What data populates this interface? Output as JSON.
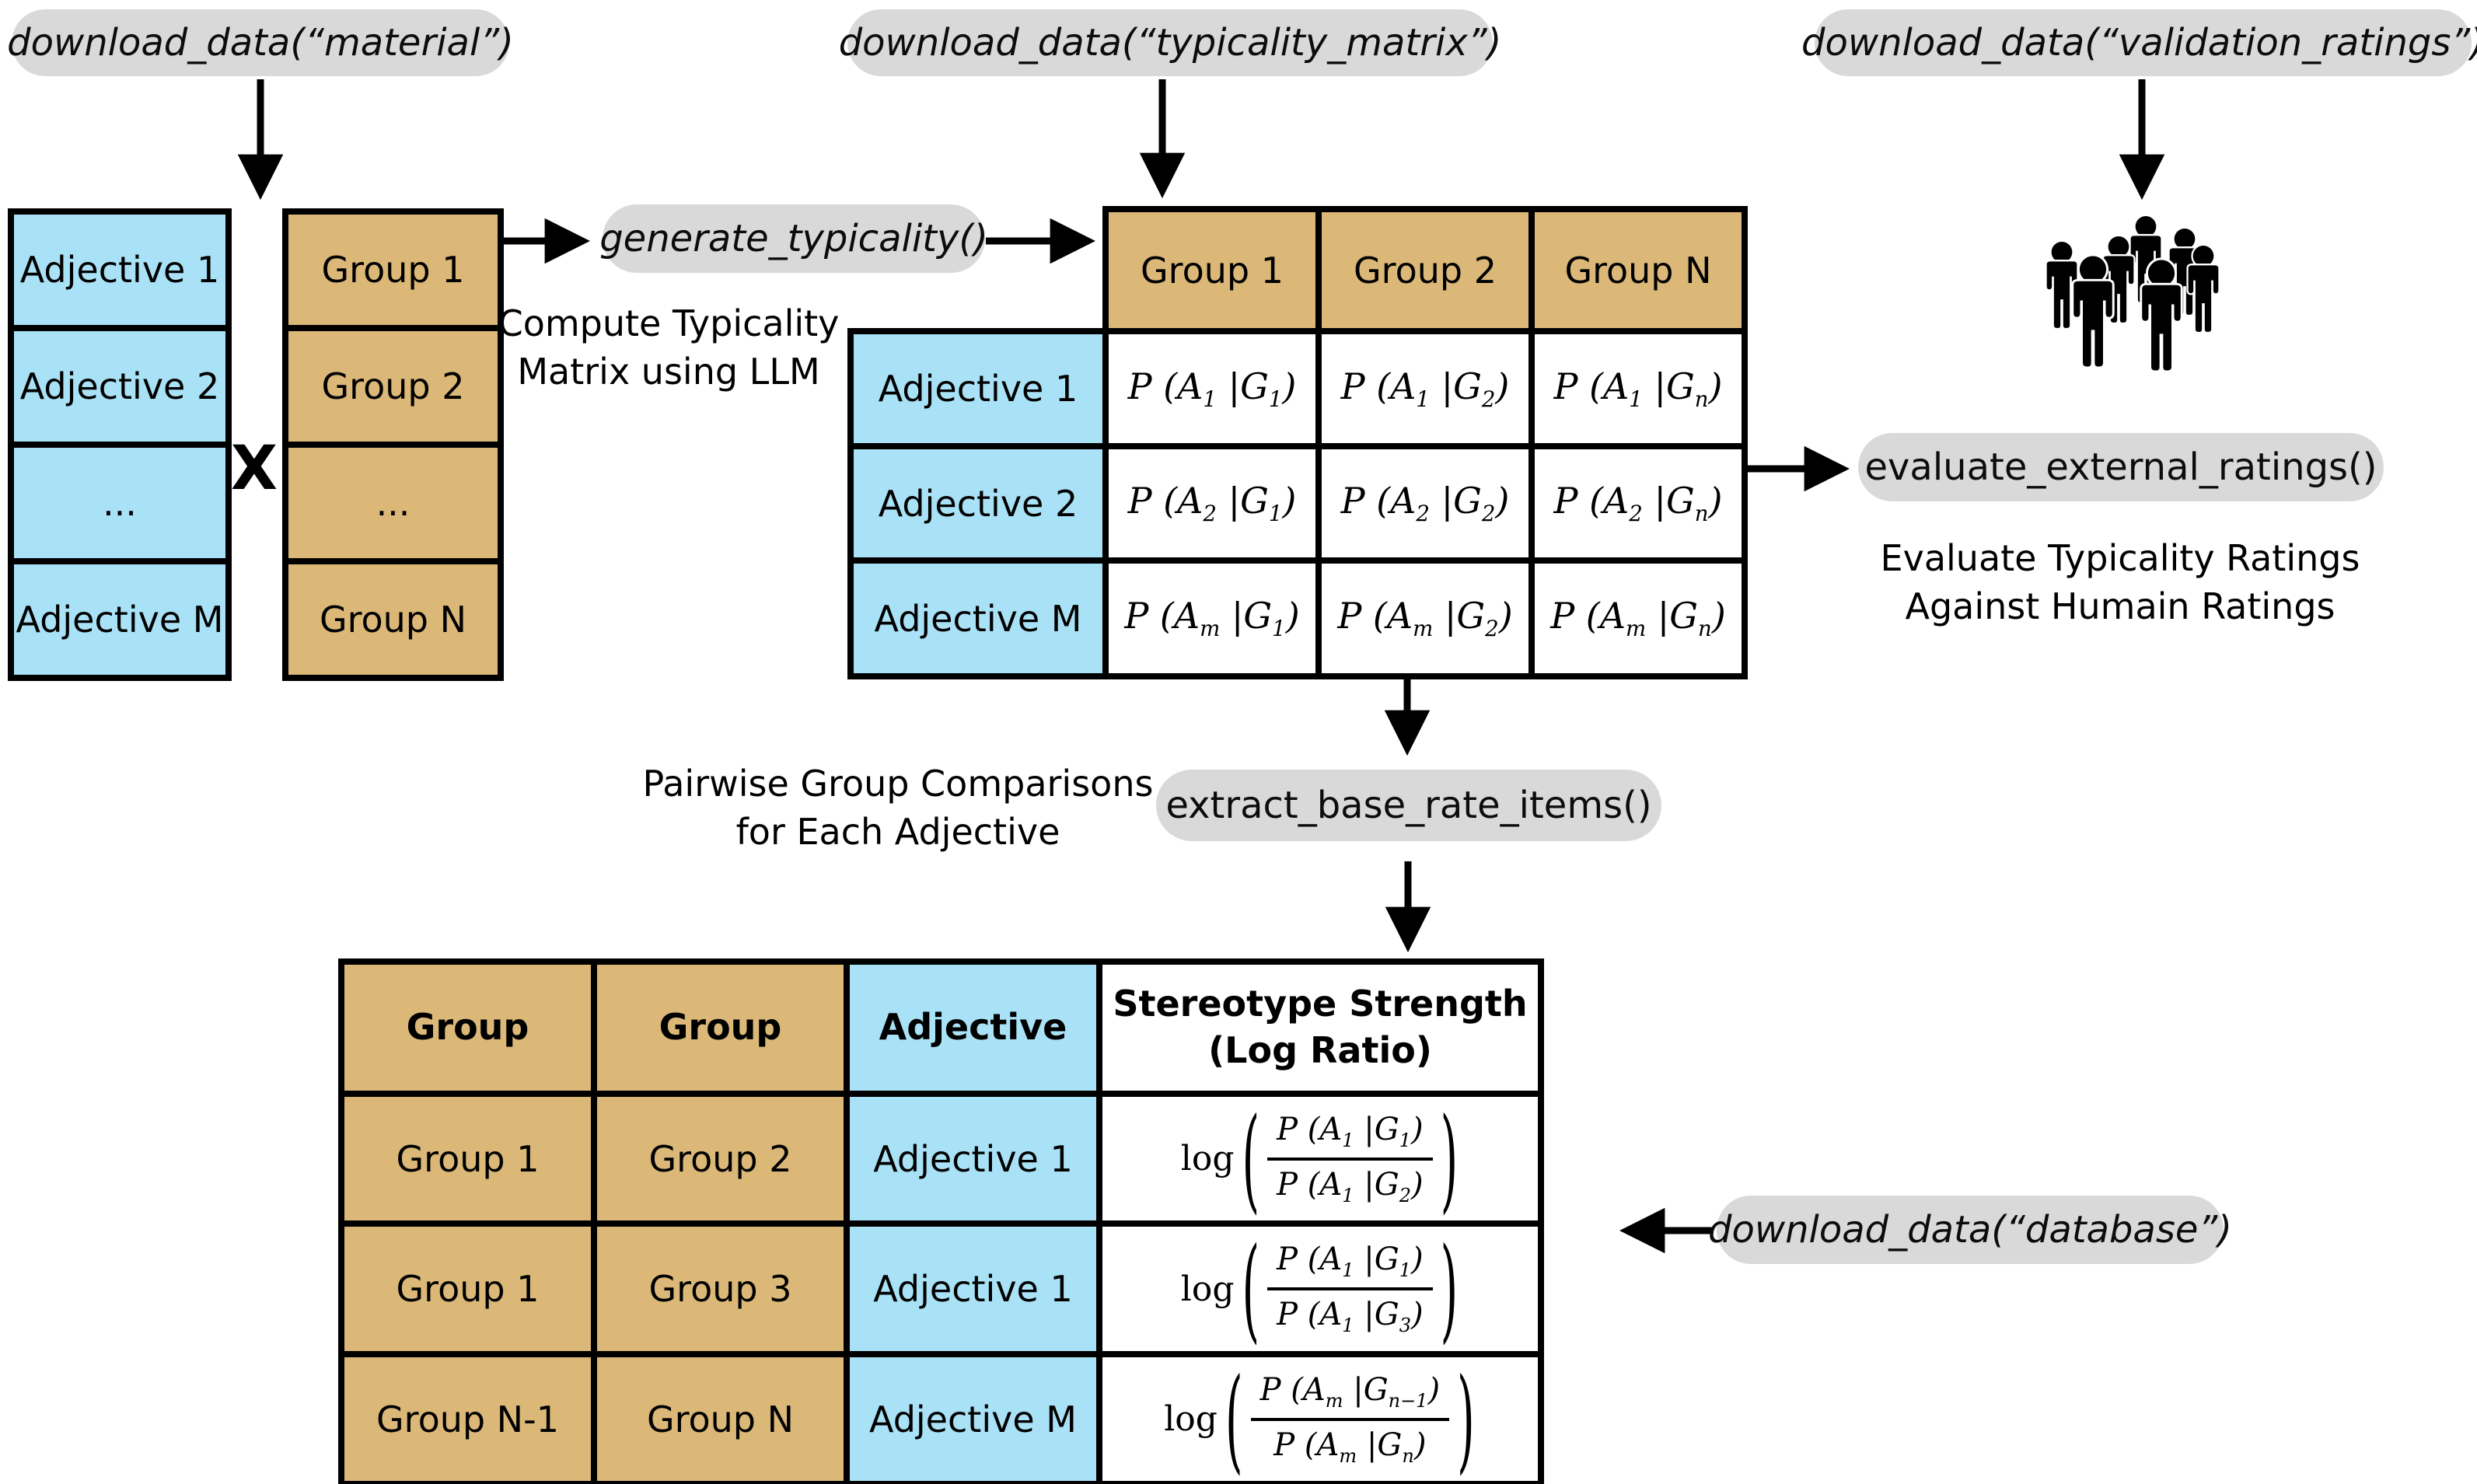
{
  "pills": {
    "material": "download_data(“material”)",
    "typicality_matrix": "download_data(“typicality_matrix”)",
    "validation_ratings": "download_data(“validation_ratings”)",
    "generate": "generate_typicality()",
    "evaluate": "evaluate_external_ratings()",
    "extract": "extract_base_rate_items()",
    "database": "download_data(“database”)"
  },
  "captions": {
    "compute_line1": "Compute Typicality",
    "compute_line2": "Matrix using LLM",
    "evaluate_line1": "Evaluate Typicality Ratings",
    "evaluate_line2": "Against Humain Ratings",
    "pairwise_line1": "Pairwise Group Comparisons",
    "pairwise_line2": "for Each Adjective"
  },
  "cross_operator": "X",
  "adjective_list": {
    "rows": [
      "Adjective 1",
      "Adjective 2",
      "...",
      "Adjective M"
    ]
  },
  "group_list": {
    "rows": [
      "Group 1",
      "Group 2",
      "...",
      "Group N"
    ]
  },
  "typicality_matrix": {
    "col_headers": [
      "Group 1",
      "Group 2",
      "Group N"
    ],
    "row_headers": [
      "Adjective 1",
      "Adjective 2",
      "Adjective M"
    ],
    "cells": [
      [
        "P (A_1 |G_1)",
        "P (A_1 |G_2)",
        "P (A_1 |G_n)"
      ],
      [
        "P (A_2 |G_1)",
        "P (A_2 |G_2)",
        "P (A_2 |G_n)"
      ],
      [
        "P (A_m |G_1)",
        "P (A_m |G_2)",
        "P (A_m |G_n)"
      ]
    ]
  },
  "base_rate_table": {
    "header": {
      "col1": "Group",
      "col2": "Group",
      "col3": "Adjective",
      "col4_line1": "Stereotype Strength",
      "col4_line2": "(Log Ratio)"
    },
    "log_label": "log",
    "rows": [
      {
        "group_a": "Group 1",
        "group_b": "Group 2",
        "adjective": "Adjective 1",
        "log_num": "P (A_1 |G_1)",
        "log_den": "P (A_1 |G_2)"
      },
      {
        "group_a": "Group 1",
        "group_b": "Group 3",
        "adjective": "Adjective 1",
        "log_num": "P (A_1 |G_1)",
        "log_den": "P (A_1 |G_3)"
      },
      {
        "group_a": "Group N-1",
        "group_b": "Group N",
        "adjective": "Adjective M",
        "log_num": "P (A_m |G_n-1)",
        "log_den": "P (A_m |G_n)"
      }
    ]
  },
  "colors": {
    "pill_bg": "#d9d9d9",
    "blue": "#a9e2f6",
    "tan": "#dcb878",
    "border": "#000000",
    "arrow": "#000000",
    "icon": "#000000"
  },
  "icons": {
    "crowd": "crowd-people-icon"
  }
}
